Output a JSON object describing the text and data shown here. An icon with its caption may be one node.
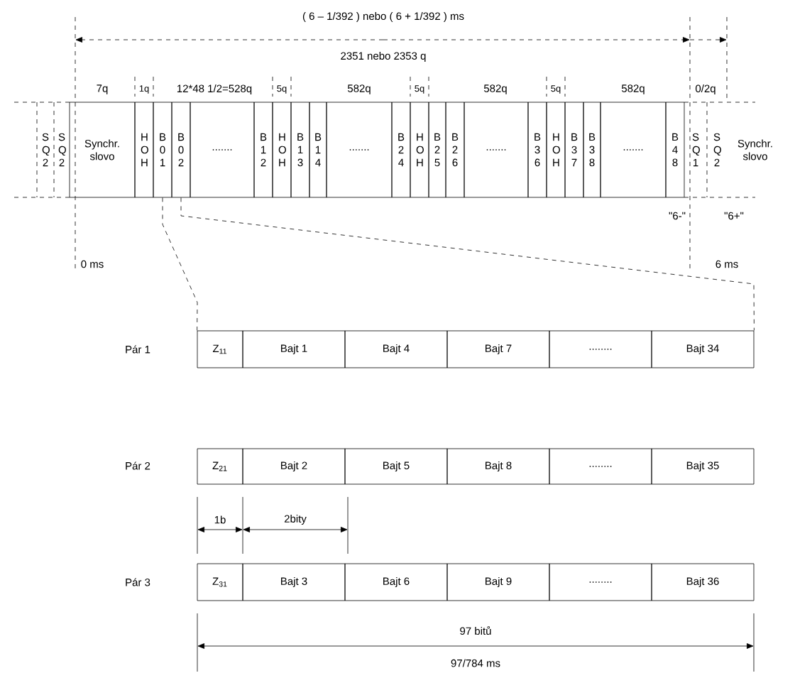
{
  "diagram": {
    "nodes": [
      {
        "text": [
          "S Q 2"
        ]
      },
      {
        "text": [
          "S Q 2"
        ]
      },
      {
        "text": [
          "Synchr. slovo"
        ]
      },
      {
        "text": [
          "H O H"
        ]
      },
      {
        "text": [
          "B 0 1"
        ]
      },
      {
        "text": [
          "B 0 2"
        ]
      },
      {
        "text": [
          "......."
        ]
      },
      {
        "text": [
          "B 1 2"
        ]
      },
      {
        "text": [
          "H O H"
        ]
      },
      {
        "text": [
          "B 1 3"
        ]
      },
      {
        "text": [
          "B 1 4"
        ]
      },
      {
        "text": [
          "......."
        ]
      },
      {
        "text": [
          "B 2 4"
        ]
      },
      {
        "text": [
          "H O H"
        ]
      },
      {
        "text": [
          "B 2 5"
        ]
      },
      {
        "text": [
          "B 2 6"
        ]
      },
      {
        "text": [
          "......."
        ]
      },
      {
        "text": [
          "B 3 6"
        ]
      },
      {
        "text": [
          "H O H"
        ]
      },
      {
        "text": [
          "B 3 7"
        ]
      },
      {
        "text": [
          "B 3 8"
        ]
      },
      {
        "text": [
          "......."
        ]
      },
      {
        "text": [
          "B 4 8"
        ]
      },
      {
        "text": [
          "S Q 1"
        ]
      },
      {
        "text": [
          "S Q 2"
        ]
      },
      {
        "text": [
          "Synchr. slovo"
        ]
      },
      {
        "text": [
          "Z$_{11}$"
        ]
      },
      {
        "text": [
          "Bajt 1"
        ]
      },
      {
        "text": [
          "Bajt 4"
        ]
      },
      {
        "text": [
          "Bajt 7"
        ]
      },
      {
        "text": [
          "........"
        ]
      },
      {
        "text": [
          "Bajt 34"
        ]
      },
      {
        "text": [
          "Z$_{21}$"
        ]
      },
      {
        "text": [
          "Bajt 2"
        ]
      },
      {
        "text": [
          "Bajt 5"
        ]
      },
      {
        "text": [
          "Bajt 8"
        ]
      },
      {
        "text": [
          "........"
        ]
      },
      {
        "text": [
          "Bajt 35"
        ]
      },
      {
        "text": [
          "Z$_{31}$"
        ]
      },
      {
        "text": [
          "Bajt 3"
        ]
      },
      {
        "text": [
          "Bajt 6"
        ]
      },
      {
        "text": [
          "Bajt 9"
        ]
      },
      {
        "text": [
          "........"
        ]
      },
      {
        "text": [
          "Bajt 36"
        ]
      }
    ],
    "edges": [
      {
        "from": 4,
        "to": 26,
        "arrow": "none",
        "style": "dashed"
      },
      {
        "from": 5,
        "to": 31,
        "arrow": "none",
        "style": "dashed"
      }
    ],
    "labels": [
      "( 6 – 1/392 ) nebo ( 6 + 1/392 ) ms",
      "2351 nebo 2353 q",
      "7q",
      "1q",
      "12*48 1/2=528q",
      "5q",
      "582q",
      "5q",
      "582q",
      "5q",
      "582q",
      "0/2q",
      "\"6-\"",
      "\"6+\"",
      "0 ms",
      "6 ms",
      "Pár 1",
      "Pár 2",
      "1b",
      "2bity",
      "Pár 3",
      "97 bitů",
      "97/784 ms"
    ]
  }
}
